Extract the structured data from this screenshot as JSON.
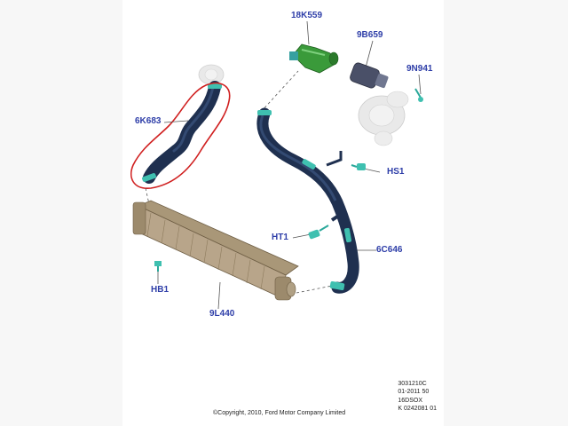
{
  "callouts": {
    "cooler_hose_lower": "6K683",
    "air_outlet_pipe": "18K559",
    "connector": "9B659",
    "screw_turbo": "9N941",
    "sensor_hs1": "HS1",
    "sensor_ht1": "HT1",
    "cooler_hose_upper": "6C646",
    "bolt": "HB1",
    "intercooler": "9L440"
  },
  "meta": {
    "line1": "3031210C",
    "line2": "01-2011 50",
    "line3": "16DSOX",
    "line4": "K 0242081 01"
  },
  "copyright": "©Copyright, 2010, Ford Motor Company Limited",
  "colors": {
    "hose": "#1f3050",
    "clamp": "#3fc0b0",
    "highlight": "#d02020",
    "label": "#2e3ea8",
    "pipe_green": "#3a9a3a",
    "intercooler": "#b8a58a"
  }
}
